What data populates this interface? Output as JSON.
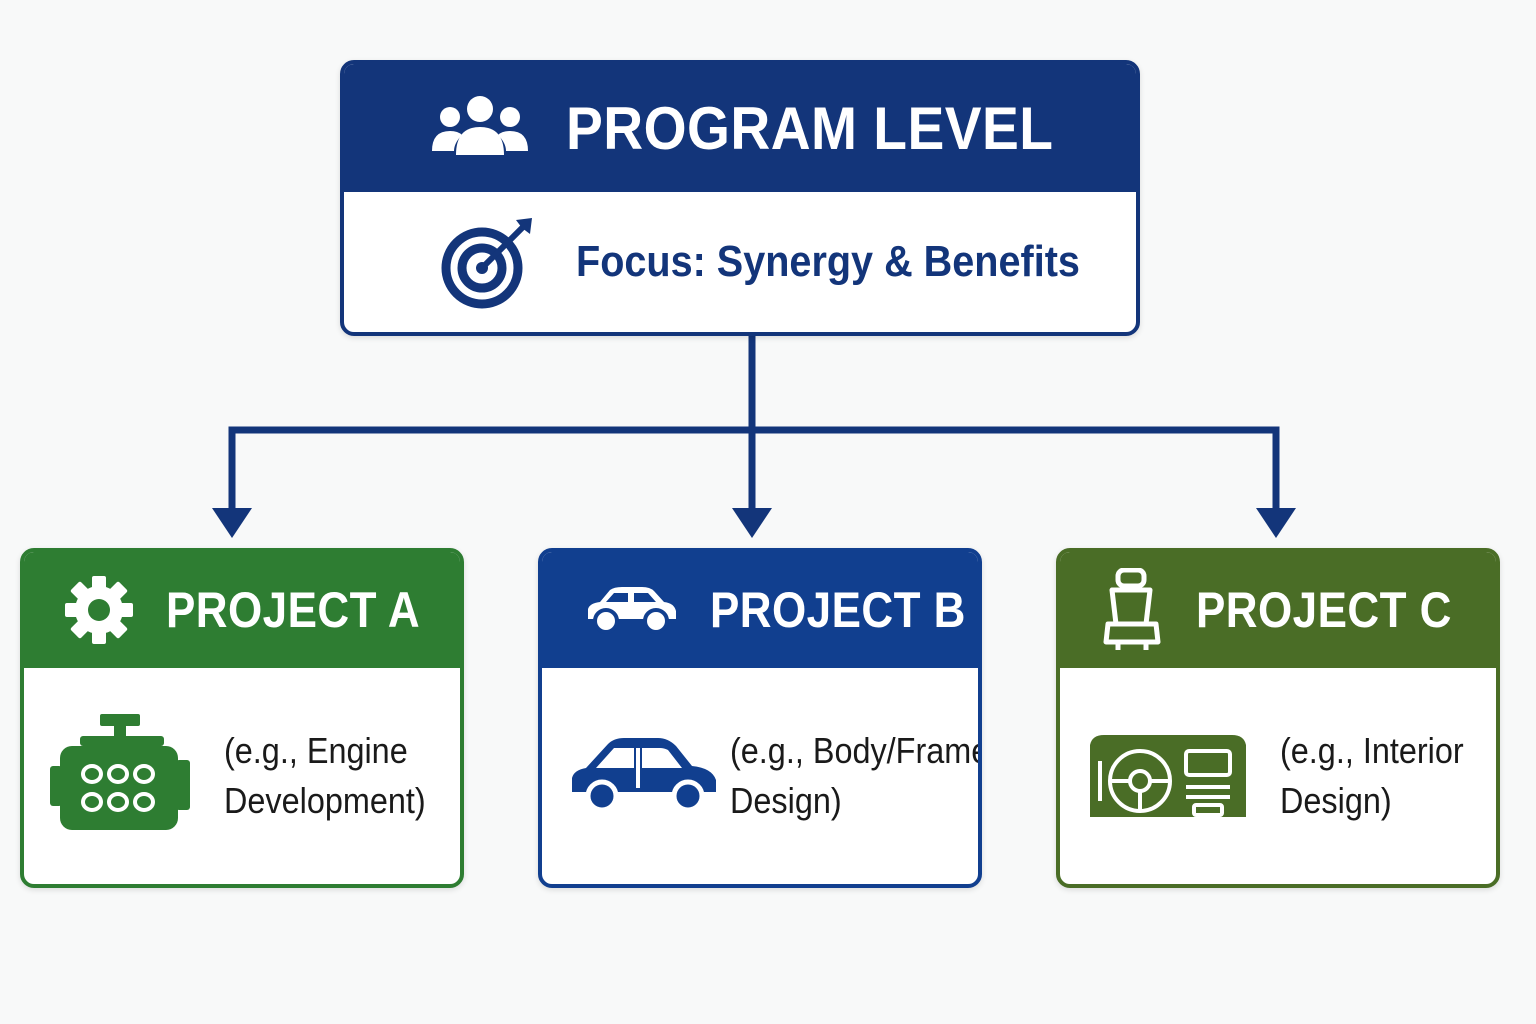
{
  "program": {
    "title": "PROGRAM LEVEL",
    "focus": "Focus: Synergy & Benefits",
    "icon": "people-group-icon",
    "focus_icon": "target-arrow-icon",
    "color": "#13357a"
  },
  "projects": [
    {
      "title": "PROJECT A",
      "desc_line1": "(e.g., Engine",
      "desc_line2": "Development)",
      "icon": "gear-icon",
      "body_icon": "engine-icon",
      "color": "#2e7d32"
    },
    {
      "title": "PROJECT B",
      "desc_line1": "(e.g., Body/Frame",
      "desc_line2": "Design)",
      "icon": "car-icon",
      "body_icon": "car-body-icon",
      "color": "#113f8f"
    },
    {
      "title": "PROJECT C",
      "desc_line1": "(e.g., Interior",
      "desc_line2": "Design)",
      "icon": "car-seat-icon",
      "body_icon": "dashboard-icon",
      "color": "#4a6d26"
    }
  ],
  "connector_color": "#13357a"
}
